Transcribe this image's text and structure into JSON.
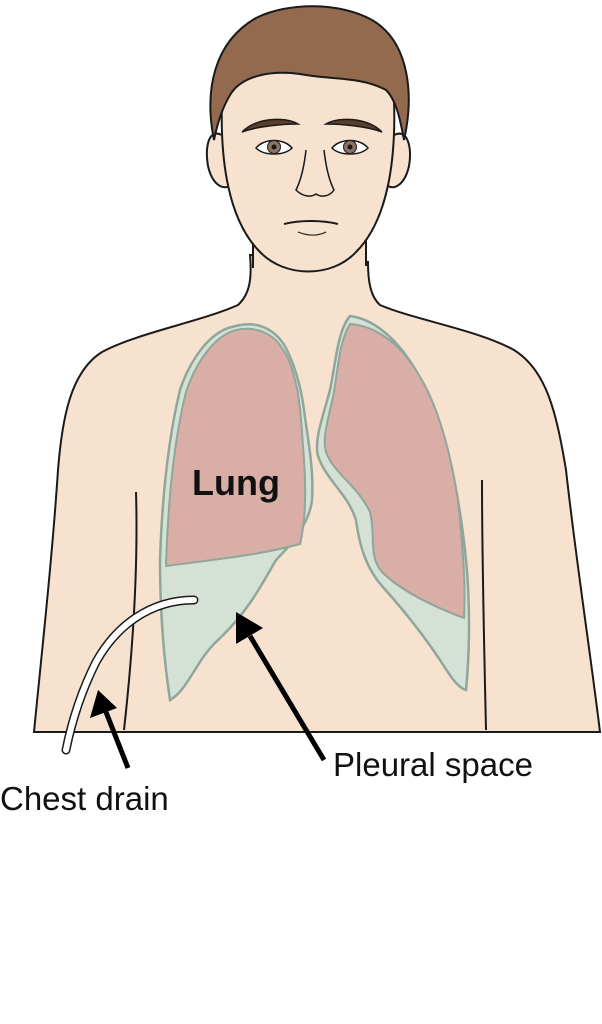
{
  "labels": {
    "lung": "Lung",
    "pleural_space": "Pleural space",
    "chest_drain": "Chest drain"
  },
  "colors": {
    "skin": "#f6e2cf",
    "hair": "#936a4d",
    "lung": "#d8aea6",
    "pleural": "#d6e1d6",
    "pleural_border": "#8fa69a",
    "outline": "#1a1a1a",
    "iris": "#8c7260"
  }
}
